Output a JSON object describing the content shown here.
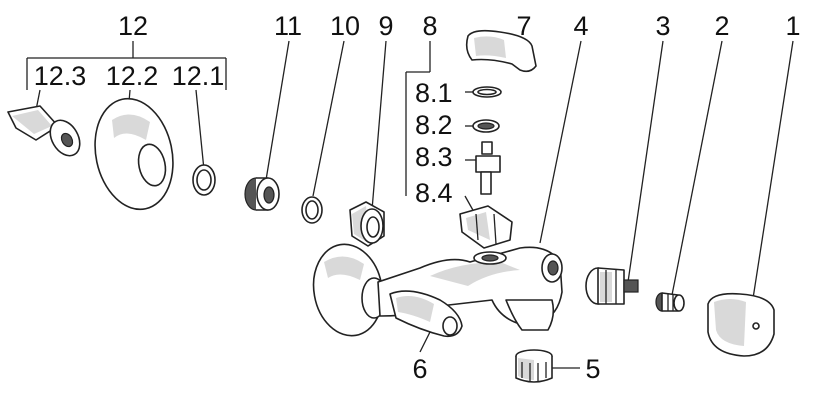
{
  "diagram": {
    "type": "exploded-parts-diagram",
    "callouts": {
      "p1": "1",
      "p2": "2",
      "p3": "3",
      "p4": "4",
      "p5": "5",
      "p6": "6",
      "p7": "7",
      "p8": "8",
      "p8_1": "8.1",
      "p8_2": "8.2",
      "p8_3": "8.3",
      "p8_4": "8.4",
      "p9": "9",
      "p10": "10",
      "p11": "11",
      "p12": "12",
      "p12_1": "12.1",
      "p12_2": "12.2",
      "p12_3": "12.3"
    },
    "colors": {
      "line": "#222222",
      "fill": "#ffffff",
      "shade": "#d9d9d9"
    }
  }
}
